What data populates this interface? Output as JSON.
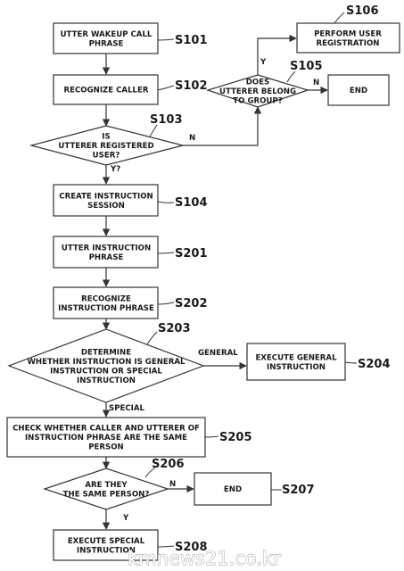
{
  "nodes": {
    "s101": {
      "lines": [
        "UTTER WAKEUP CALL",
        "PHRASE"
      ],
      "step": "S101"
    },
    "s102": {
      "lines": [
        "RECOGNIZE CALLER"
      ],
      "step": "S102"
    },
    "s103": {
      "lines": [
        "IS",
        "UTTERER REGISTERED",
        "USER?"
      ],
      "step": "S103"
    },
    "s104": {
      "lines": [
        "CREATE INSTRUCTION",
        "SESSION"
      ],
      "step": "S104"
    },
    "s105": {
      "lines": [
        "DOES",
        "UTTERER BELONG",
        "TO GROUP?"
      ],
      "step": "S105"
    },
    "s106": {
      "lines": [
        "PERFORM USER",
        "REGISTRATION"
      ],
      "step": "S106"
    },
    "end1": {
      "lines": [
        "END"
      ]
    },
    "s201": {
      "lines": [
        "UTTER INSTRUCTION",
        "PHRASE"
      ],
      "step": "S201"
    },
    "s202": {
      "lines": [
        "RECOGNIZE",
        "INSTRUCTION PHRASE"
      ],
      "step": "S202"
    },
    "s203": {
      "lines": [
        "DETERMINE",
        "WHETHER INSTRUCTION IS GENERAL",
        "INSTRUCTION OR SPECIAL",
        "INSTRUCTION"
      ],
      "step": "S203"
    },
    "s204": {
      "lines": [
        "EXECUTE GENERAL",
        "INSTRUCTION"
      ],
      "step": "S204"
    },
    "s205": {
      "lines": [
        "CHECK WHETHER CALLER AND UTTERER OF",
        "INSTRUCTION PHRASE ARE THE SAME",
        "PERSON"
      ],
      "step": "S205"
    },
    "s206": {
      "lines": [
        "ARE THEY",
        "THE SAME PERSON?"
      ],
      "step": "S206"
    },
    "s207": {
      "lines": [
        "END"
      ],
      "step": "S207"
    },
    "s208": {
      "lines": [
        "EXECUTE SPECIAL",
        "INSTRUCTION"
      ],
      "step": "S208"
    }
  },
  "edge_labels": {
    "s103_no": "N",
    "s103_yes": "Y?",
    "s105_yes": "Y",
    "s105_no": "N",
    "s203_general": "GENERAL",
    "s203_special": "SPECIAL",
    "s206_no": "N",
    "s206_yes": "Y"
  },
  "watermark": "kmnews21.co.kr"
}
